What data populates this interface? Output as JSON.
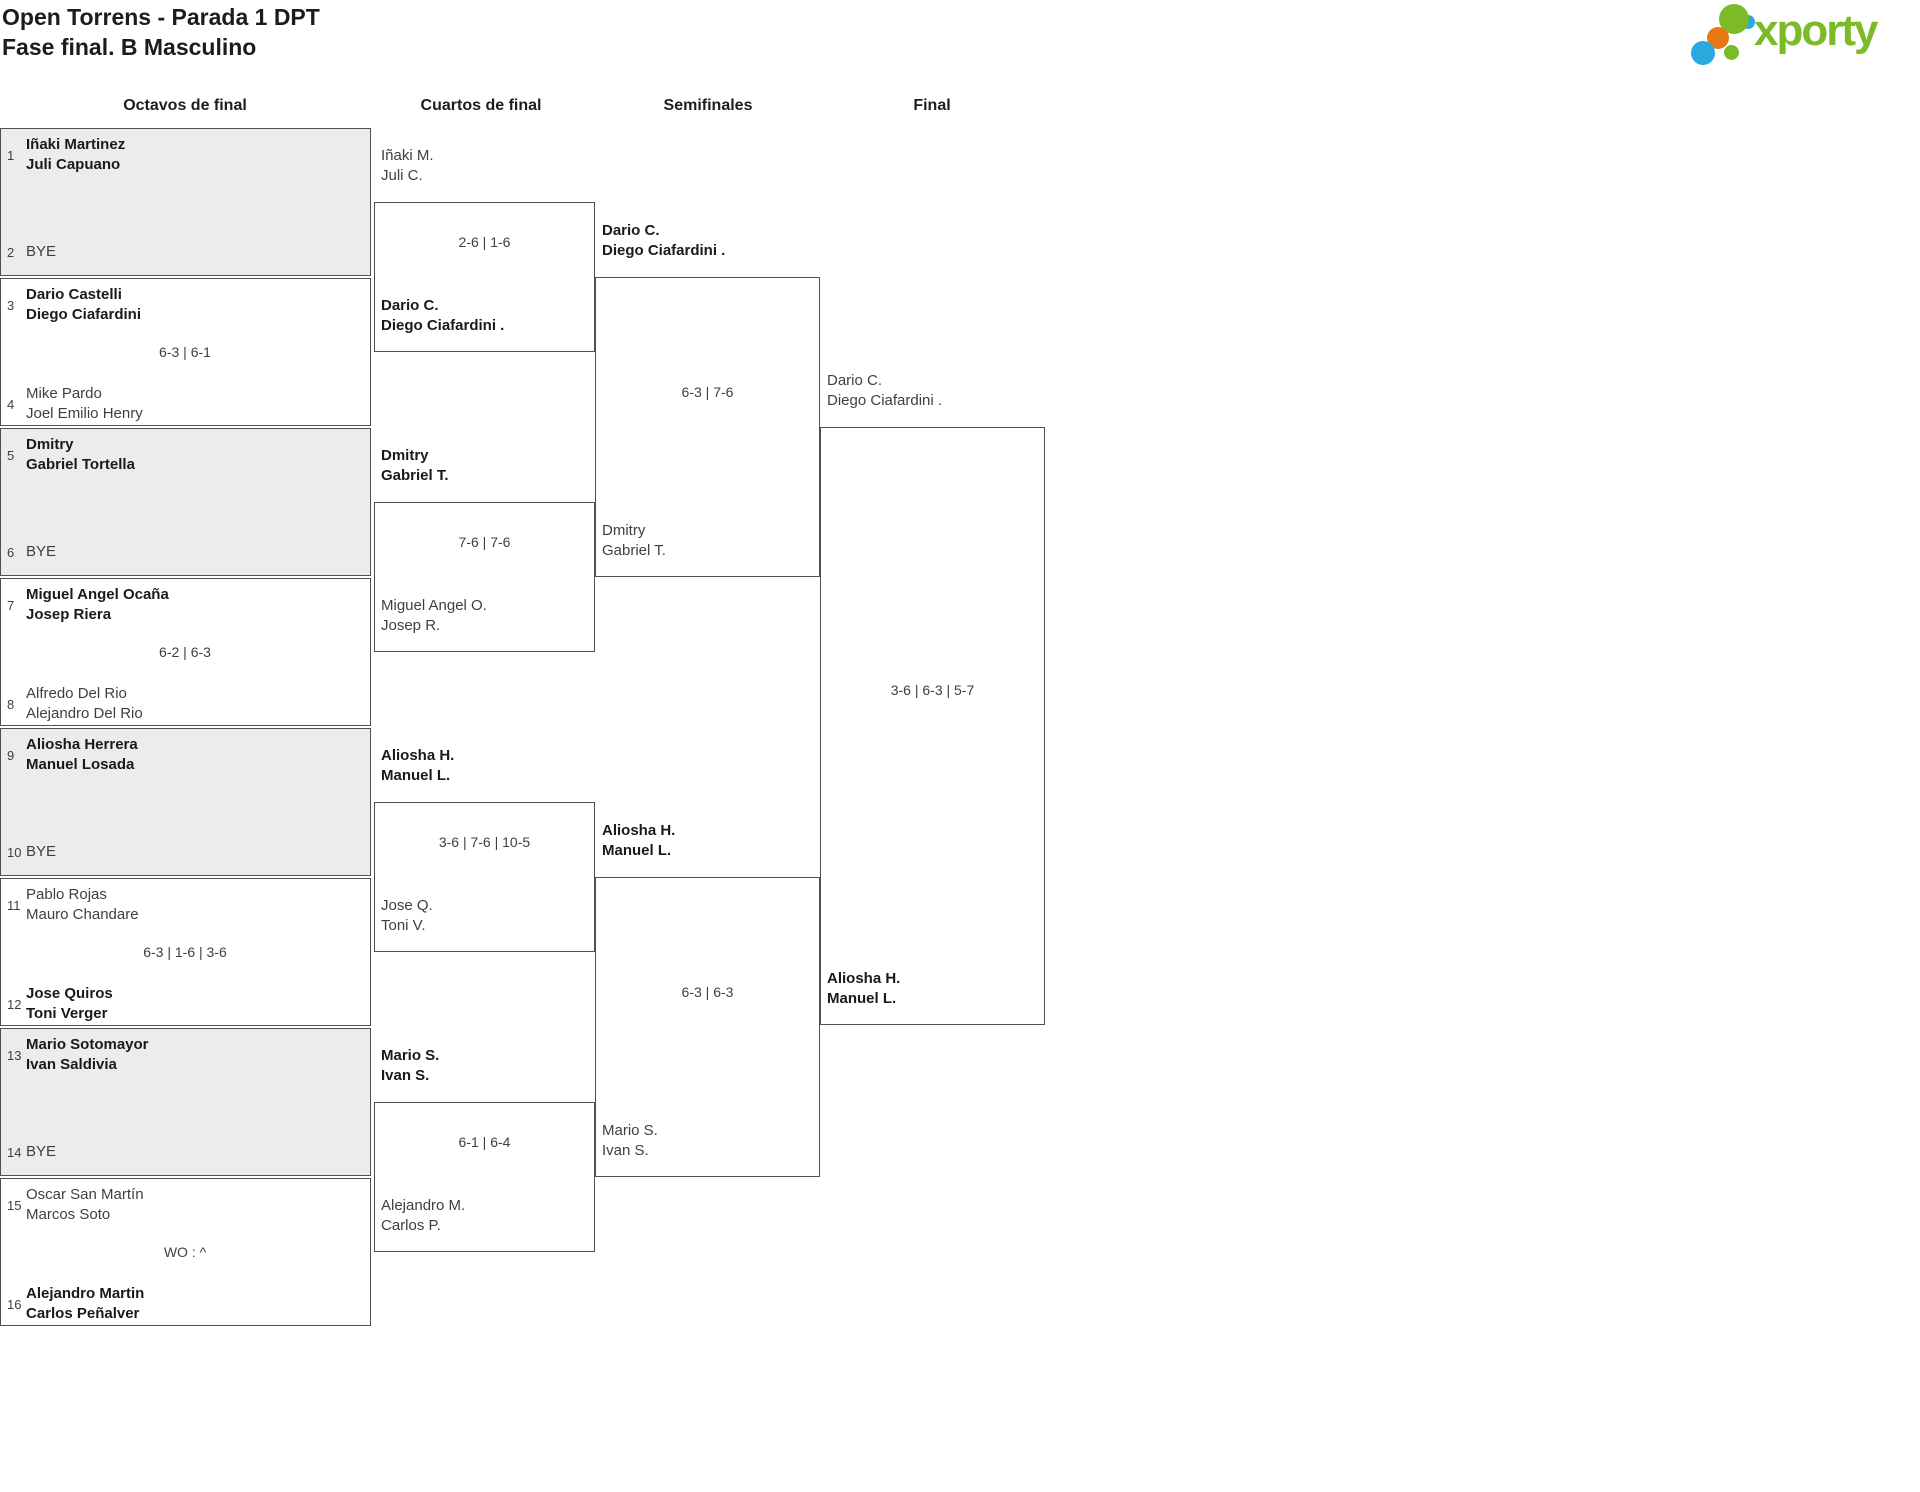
{
  "title": {
    "line1": "Open Torrens - Parada 1 DPT",
    "line2": "Fase final. B Masculino"
  },
  "logo": {
    "text": "xporty",
    "green": "#7cbb27",
    "blue": "#2aa9e1",
    "orange": "#e77816"
  },
  "round_headers": [
    "Octavos de final",
    "Cuartos de final",
    "Semifinales",
    "Final"
  ],
  "octavos": [
    {
      "s1": "1",
      "t1a": "Iñaki Martinez",
      "t1b": "Juli Capuano",
      "s2": "2",
      "bye": "BYE"
    },
    {
      "s1": "3",
      "t1a": "Dario Castelli",
      "t1b": "Diego Ciafardini",
      "s2": "4",
      "t2a": "Mike Pardo",
      "t2b": "Joel Emilio Henry",
      "score": "6-3 | 6-1"
    },
    {
      "s1": "5",
      "t1a": "Dmitry",
      "t1b": "Gabriel Tortella",
      "s2": "6",
      "bye": "BYE"
    },
    {
      "s1": "7",
      "t1a": "Miguel Angel Ocaña",
      "t1b": "Josep Riera",
      "s2": "8",
      "t2a": "Alfredo Del Rio",
      "t2b": "Alejandro Del Rio",
      "score": "6-2 | 6-3"
    },
    {
      "s1": "9",
      "t1a": "Aliosha Herrera",
      "t1b": "Manuel Losada",
      "s2": "10",
      "bye": "BYE"
    },
    {
      "s1": "11",
      "t1a": "Pablo Rojas",
      "t1b": "Mauro Chandare",
      "s2": "12",
      "t2a": "Jose Quiros",
      "t2b": "Toni Verger",
      "score": "6-3 | 1-6 | 3-6"
    },
    {
      "s1": "13",
      "t1a": "Mario Sotomayor",
      "t1b": "Ivan Saldivia",
      "s2": "14",
      "bye": "BYE"
    },
    {
      "s1": "15",
      "t1a": "Oscar San Martín",
      "t1b": "Marcos Soto",
      "s2": "16",
      "t2a": "Alejandro Martin",
      "t2b": "Carlos Peñalver",
      "score": "WO : ^"
    }
  ],
  "cuartos": [
    {
      "t1a": "Iñaki M.",
      "t1b": "Juli C.",
      "t2a": "Dario C.",
      "t2b": "Diego Ciafardini .",
      "score": "2-6 | 1-6"
    },
    {
      "t1a": "Dmitry",
      "t1b": "Gabriel T.",
      "t2a": "Miguel Angel O.",
      "t2b": "Josep R.",
      "score": "7-6 | 7-6"
    },
    {
      "t1a": "Aliosha H.",
      "t1b": "Manuel L.",
      "t2a": "Jose Q.",
      "t2b": "Toni V.",
      "score": "3-6 | 7-6 | 10-5"
    },
    {
      "t1a": "Mario S.",
      "t1b": "Ivan S.",
      "t2a": "Alejandro M.",
      "t2b": "Carlos P.",
      "score": "6-1 | 6-4"
    }
  ],
  "semis": [
    {
      "t1a": "Dario C.",
      "t1b": "Diego Ciafardini .",
      "t2a": "Dmitry",
      "t2b": "Gabriel T.",
      "score": "6-3 | 7-6"
    },
    {
      "t1a": "Aliosha H.",
      "t1b": "Manuel L.",
      "t2a": "Mario S.",
      "t2b": "Ivan S.",
      "score": "6-3 | 6-3"
    }
  ],
  "final": {
    "t1a": "Dario C.",
    "t1b": "Diego Ciafardini .",
    "score": "3-6 | 6-3 | 5-7",
    "w_a": "Aliosha H.",
    "w_b": "Manuel L."
  }
}
